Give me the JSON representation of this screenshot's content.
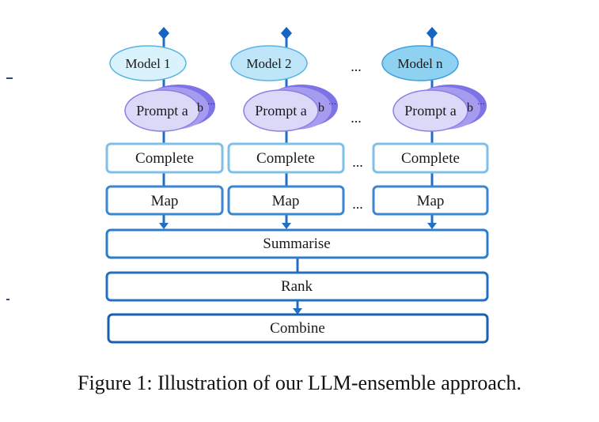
{
  "diagram": {
    "models": [
      {
        "label": "Model 1",
        "fill": "#d9f2fb"
      },
      {
        "label": "Model 2",
        "fill": "#bfe6f8"
      },
      {
        "label": "Model n",
        "fill": "#8fd1f1"
      }
    ],
    "prompt_label": "Prompt a",
    "prompt_b_label": "b",
    "prompt_b_suffix": "···",
    "complete_label": "Complete",
    "map_label": "Map",
    "ellipsis": "...",
    "summarise_label": "Summarise",
    "rank_label": "Rank",
    "combine_label": "Combine"
  },
  "caption": "Figure 1: Illustration of our LLM-ensemble approach.",
  "colors": {
    "connector": "#1f6fc5",
    "box_border_light": "#7fbfe8",
    "box_border": "#3a86d0",
    "box_border_dark": "#1a5fb0",
    "prompt_fill": "#dcd8f8",
    "prompt_back_1": "#a59cf0",
    "prompt_back_2": "#7d72e6",
    "model_border": "#58b4e4"
  }
}
